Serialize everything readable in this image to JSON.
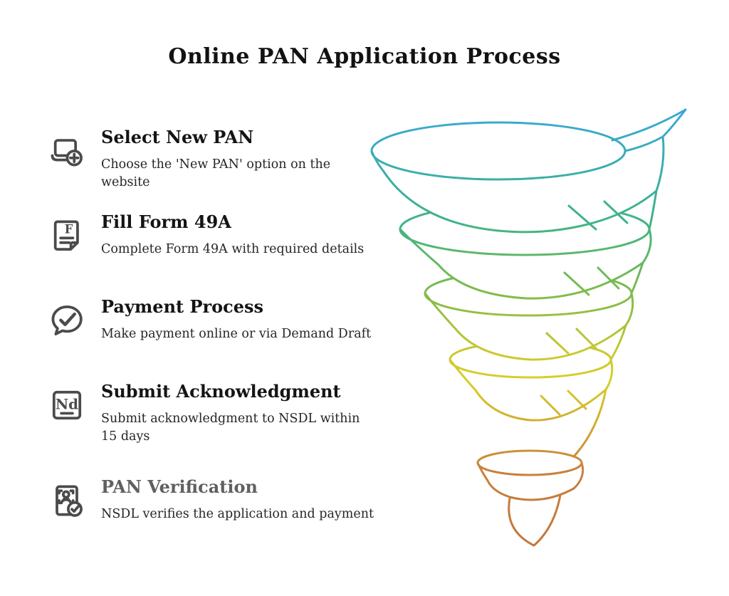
{
  "title": "Online PAN Application Process",
  "steps": [
    {
      "icon": "laptop-add-icon",
      "title": "Select New PAN",
      "description": "Choose the 'New PAN' option on the website"
    },
    {
      "icon": "form-49a-icon",
      "icon_text": "F",
      "title": "Fill Form 49A",
      "description": "Complete Form 49A with required details"
    },
    {
      "icon": "payment-check-icon",
      "title": "Payment Process",
      "description": "Make payment online or via Demand Draft"
    },
    {
      "icon": "nsdl-acknowledgment-icon",
      "icon_text": "Nd",
      "title": "Submit Acknowledgment",
      "description": "Submit acknowledgment to NSDL within 15 days"
    },
    {
      "icon": "pan-verification-icon",
      "title": "PAN Verification",
      "description": "NSDL verifies the application and payment"
    }
  ],
  "funnel": {
    "label": "spiral-application-funnel",
    "gradient": [
      "#38A8DA",
      "#3DAFA0",
      "#41B483",
      "#6FBA58",
      "#8CBD44",
      "#C6C932",
      "#D9CE2A",
      "#D0AC33",
      "#C8813C",
      "#C3763B"
    ]
  },
  "colors": {
    "title_text": "#121212",
    "muted_step_title": "#606060",
    "icon_stroke": "#4b4b4b"
  }
}
